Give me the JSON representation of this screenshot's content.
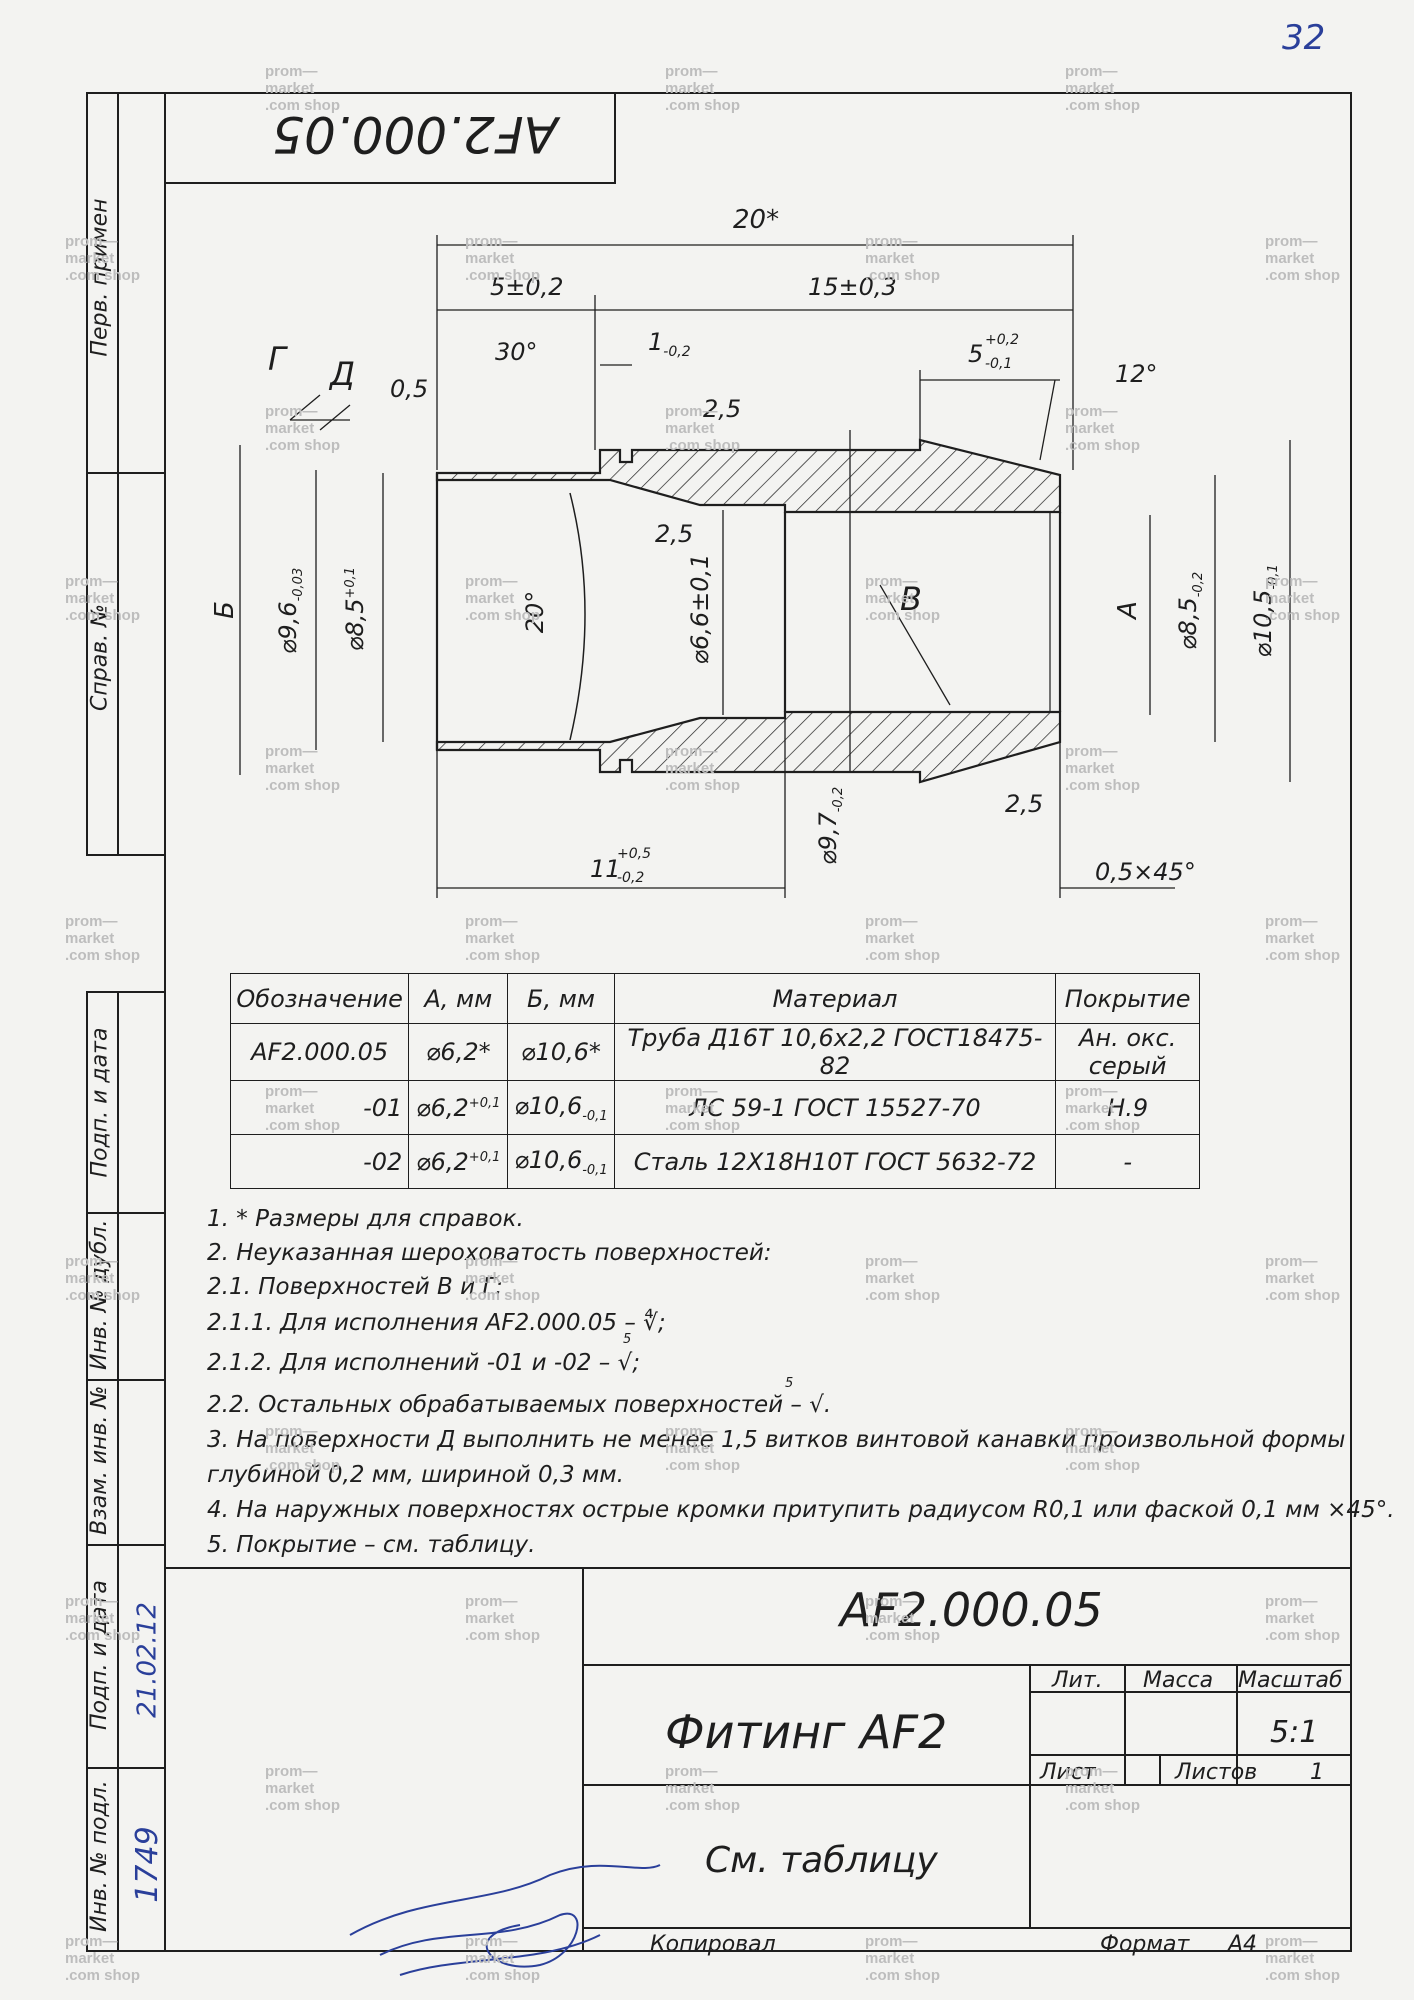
{
  "sheet_number": "32",
  "designation_stamp": "AF2.000.05",
  "side_labels": {
    "perv_primen": "Перв. примен",
    "sprav_no": "Справ. №",
    "podp_i_data_top": "Подп. и дата",
    "inv_no_dubl": "Инв. № дубл.",
    "vzam_inv_no": "Взам. инв. №",
    "podp_i_data_bottom": "Подп. и дата",
    "inv_no_podl": "Инв. № подл.",
    "handwritten_date": "21.02.12",
    "handwritten_inv": "1749"
  },
  "dimensions": {
    "overall_length": "20*",
    "d1": "5±0,2",
    "d2": "15±0,3",
    "angle_30": "30°",
    "d_1": "1",
    "d_1_tol": "-0,2",
    "d_5": "5",
    "d_5_tol_up": "+0,2",
    "d_5_tol_low": "-0,1",
    "angle_12": "12°",
    "d_05": "0,5",
    "r25_a": "2,5",
    "r25_b": "2,5",
    "r25_c": "2,5",
    "label_G": "Г",
    "label_D": "Д",
    "label_B": "Б",
    "label_A": "А",
    "label_V": "В",
    "dia_96": "⌀9,6",
    "dia_96_tol": "-0,03",
    "dia_85": "⌀8,5",
    "dia_85_tol": "+0,1",
    "angle_20": "20°",
    "dia_66": "⌀6,6±0,1",
    "dia_97": "⌀9,7",
    "dia_97_tol": "-0,2",
    "dia_85r": "⌀8,5",
    "dia_85r_tol": "-0,2",
    "dia_105": "⌀10,5",
    "dia_105_tol": "-0,1",
    "len_11": "11",
    "len_11_tol_up": "+0,5",
    "len_11_tol_low": "-0,2",
    "chamfer": "0,5×45°"
  },
  "table": {
    "headers": [
      "Обозначение",
      "А, мм",
      "Б, мм",
      "Материал",
      "Покрытие"
    ],
    "rows": [
      [
        "AF2.000.05",
        "⌀6,2*",
        "⌀10,6*",
        "Труба Д16Т 10,6х2,2 ГОСТ18475-82",
        "Ан. окс. серый"
      ],
      [
        "-01",
        "⌀6,2",
        "⌀10,6",
        "ЛС 59-1 ГОСТ 15527-70",
        "Н.9"
      ],
      [
        "-02",
        "⌀6,2",
        "⌀10,6",
        "Сталь 12Х18Н10Т ГОСТ 5632-72",
        "-"
      ]
    ],
    "a_tol": "+0,1",
    "b_tol": "-0,1"
  },
  "notes": [
    "1. * Размеры для справок.",
    "2. Неуказанная шероховатость поверхностей:",
    "2.1. Поверхностей В и Г:",
    "2.1.1. Для исполнения AF2.000.05 – ∜;",
    "2.1.2. Для исполнений -01 и -02 – √;",
    "2.2. Остальных обрабатываемых поверхностей – √.",
    "3. На поверхности Д выполнить не менее 1,5 витков винтовой канавки произвольной формы",
    "глубиной 0,2 мм, шириной 0,3 мм.",
    "4. На наружных поверхностях острые кромки притупить радиусом R0,1 или фаской 0,1 мм ×45°.",
    "5. Покрытие – см. таблицу."
  ],
  "roughness": {
    "r1": "5",
    "r2": "5"
  },
  "title_block": {
    "designation": "AF2.000.05",
    "name": "Фитинг AF2",
    "material": "См. таблицу",
    "lit_label": "Лит.",
    "massa_label": "Масса",
    "masshtab_label": "Масштаб",
    "scale": "5:1",
    "list_label": "Лист",
    "listov_label": "Листов",
    "listov_value": "1",
    "kopiroval": "Копировал",
    "format_label": "Формат",
    "format_value": "A4"
  },
  "watermark": {
    "line1": "prom—",
    "line2": "market",
    "line3": ".com",
    "shop": "shop"
  },
  "colors": {
    "ink": "#1e1e1e",
    "paper": "#f3f3f1",
    "blue_ink": "#2a3f9a",
    "watermark": "#bdbdbd"
  }
}
